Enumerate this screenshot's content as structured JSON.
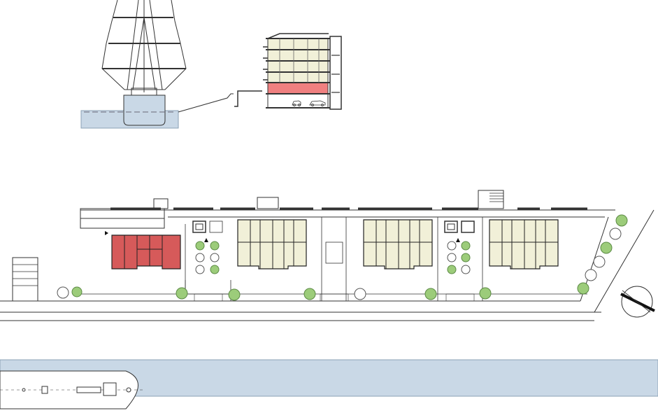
{
  "colors": {
    "water": "#c9d8e6",
    "residential": "#f1f0d8",
    "highlight": "#d65a5a",
    "highlight_section": "#f08080",
    "tree": "#9ccc7a",
    "line": "#333333",
    "background": "#ffffff"
  },
  "section": {
    "floors_residential": 4,
    "floor_highlighted": 1,
    "parking_level": true
  },
  "site_plan": {
    "residential_blocks": 4,
    "highlighted_blocks": 1,
    "stair_cores": 2,
    "trees_planted": 14,
    "trees_outline": 10
  },
  "icons": {
    "north_arrow": "north-arrow-icon",
    "ship": "ship-icon",
    "car": "car-icon"
  }
}
